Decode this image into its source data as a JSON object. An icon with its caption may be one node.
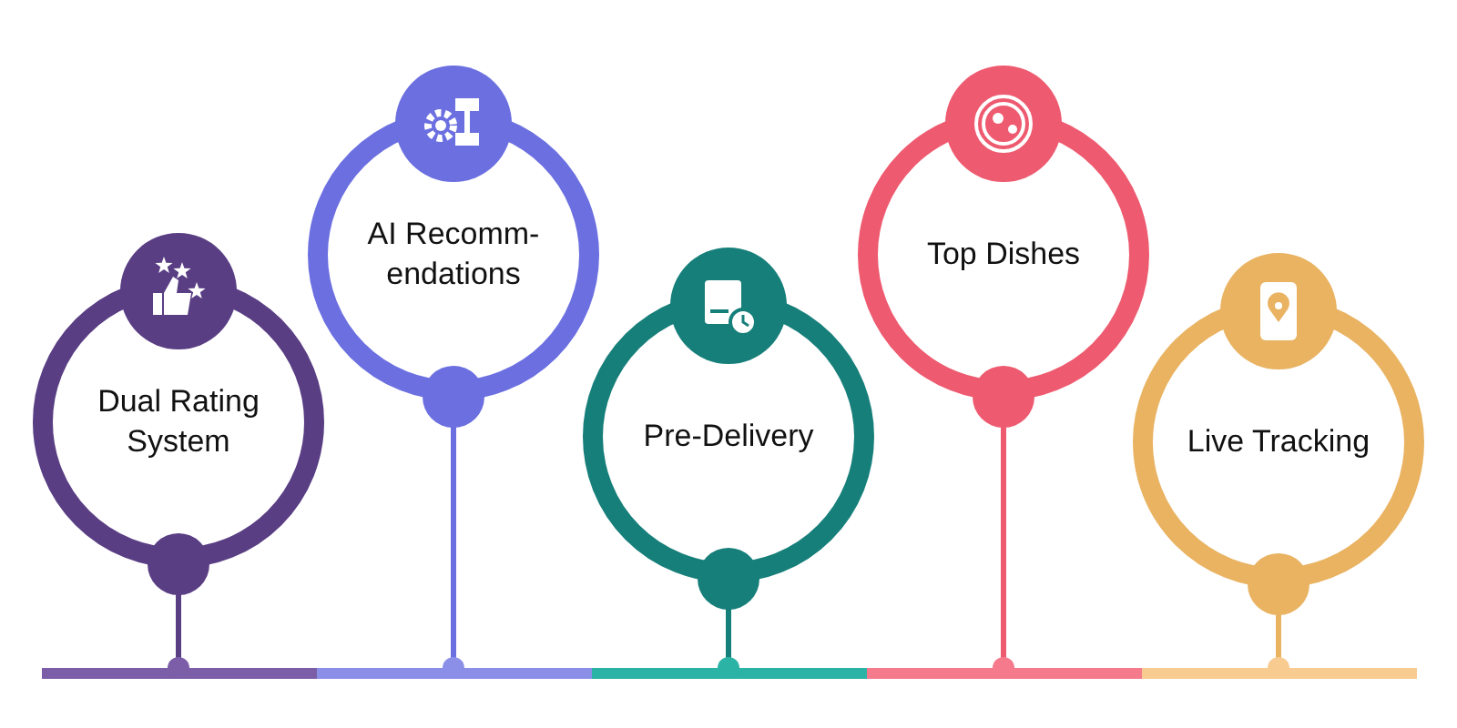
{
  "diagram": {
    "nodes": [
      {
        "text": [
          "Dual Rating System"
        ]
      },
      {
        "text": [
          "AI Recomm- endations"
        ]
      },
      {
        "text": [
          "Pre-Delivery"
        ]
      },
      {
        "text": [
          "Top Dishes"
        ]
      },
      {
        "text": [
          "Live Tracking"
        ]
      }
    ]
  }
}
